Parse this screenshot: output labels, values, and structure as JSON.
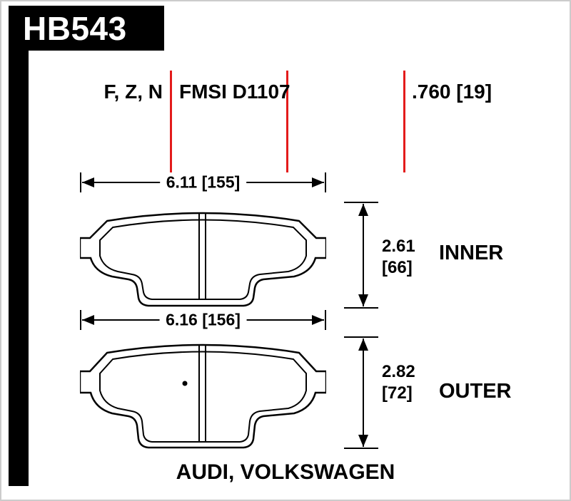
{
  "header": {
    "part_number": "HB543"
  },
  "spec_row": {
    "compounds": "F, Z, N",
    "fmsi": "FMSI D1107",
    "thickness": ".760 [19]"
  },
  "inner_pad": {
    "width_dim": "6.11 [155]",
    "height_dim_value": "2.61",
    "height_dim_mm": "[66]",
    "label": "INNER"
  },
  "outer_pad": {
    "width_dim": "6.16 [156]",
    "height_dim_value": "2.82",
    "height_dim_mm": "[72]",
    "label": "OUTER"
  },
  "footer": {
    "applications": "AUDI, VOLKSWAGEN"
  },
  "colors": {
    "callout_red": "#e31b1b",
    "ink": "#000000",
    "background": "#ffffff"
  }
}
